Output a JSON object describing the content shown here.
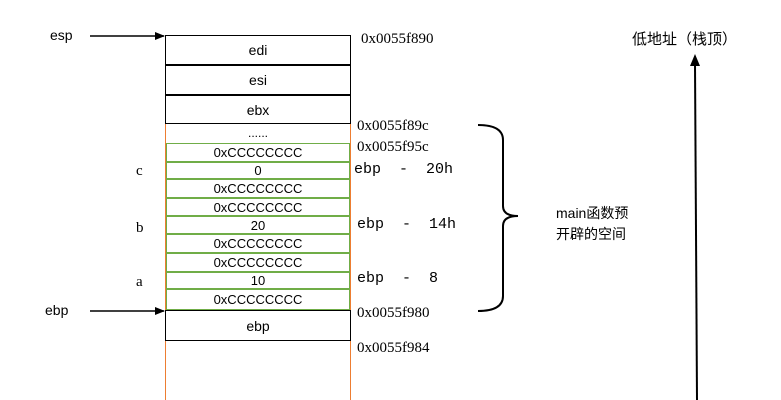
{
  "registers": {
    "esp": "esp",
    "ebp": "ebp"
  },
  "stack": {
    "upper_cells": [
      "edi",
      "esi",
      "ebx"
    ],
    "dots": "......",
    "frame_cells": [
      "0xCCCCCCCC",
      "0",
      "0xCCCCCCCC",
      "0xCCCCCCCC",
      "20",
      "0xCCCCCCCC",
      "0xCCCCCCCC",
      "10",
      "0xCCCCCCCC"
    ],
    "saved_ebp": "ebp"
  },
  "variables": [
    "c",
    "b",
    "a"
  ],
  "addresses": [
    "0x0055f890",
    "0x0055f89c",
    "0x0055f95c",
    "0x0055f980",
    "0x0055f984"
  ],
  "offsets": [
    "ebp  -  20h",
    "ebp  -  14h",
    "ebp  -  8"
  ],
  "brace_label": [
    "main函数预",
    "开辟的空间"
  ],
  "top_label": "低地址（栈顶）",
  "colors": {
    "stack_edge": "#ED7D31",
    "frame_border": "#70AD47",
    "cell_border": "#000000"
  }
}
